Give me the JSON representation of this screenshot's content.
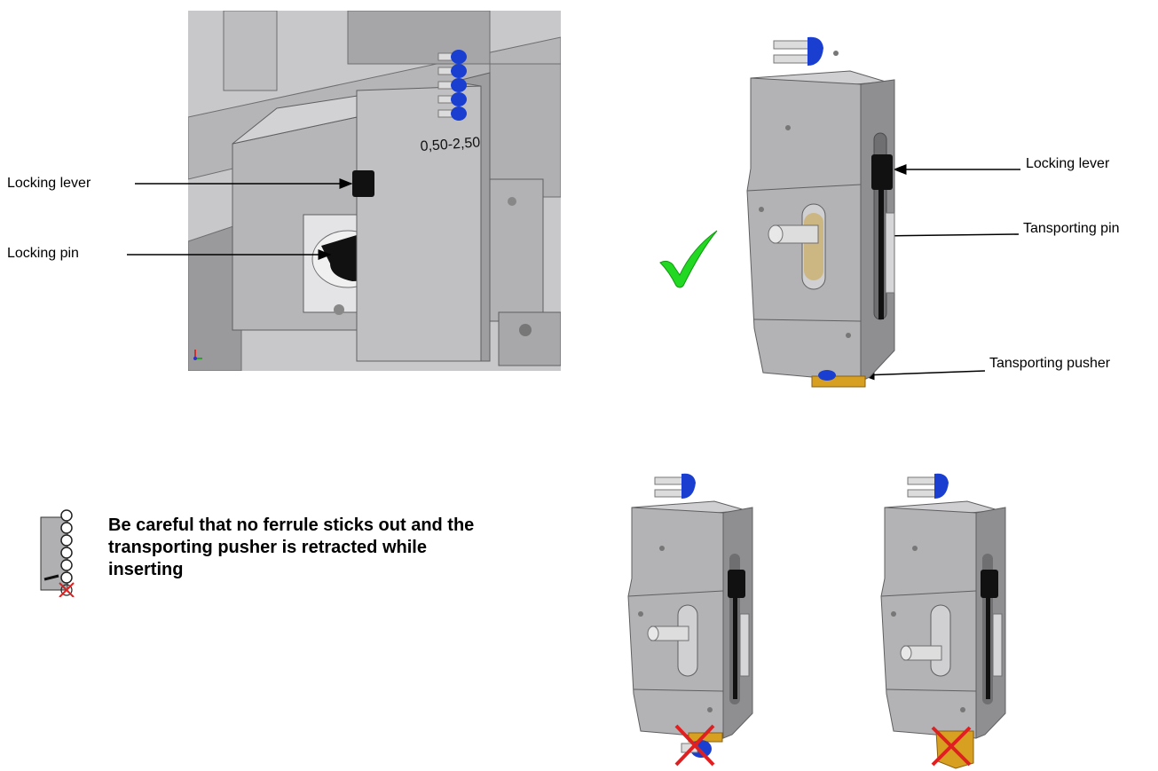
{
  "figure_left": {
    "engraving": "0,50-2,50",
    "labels": {
      "locking_lever": "Locking lever",
      "locking_pin": "Locking pin"
    }
  },
  "figure_right": {
    "labels": {
      "locking_lever": "Locking lever",
      "transporting_pin": "Tansporting pin",
      "transporting_pusher": "Tansporting pusher"
    },
    "status_icon": "green-checkmark-icon"
  },
  "warning": {
    "text": "Be careful that no ferrule sticks out and the transporting pusher is retracted while inserting",
    "icon": "ferrule-column-icon"
  },
  "bad_examples": [
    {
      "status_icon": "red-x-icon",
      "issue": "ferrule sticks out"
    },
    {
      "status_icon": "red-x-icon",
      "issue": "pusher not retracted"
    }
  ],
  "colors": {
    "metal": "#a9a9ab",
    "ferrule_blue": "#1a3fd0",
    "check_green": "#22d822",
    "cross_red": "#e02020",
    "pusher_gold": "#d8a020"
  }
}
